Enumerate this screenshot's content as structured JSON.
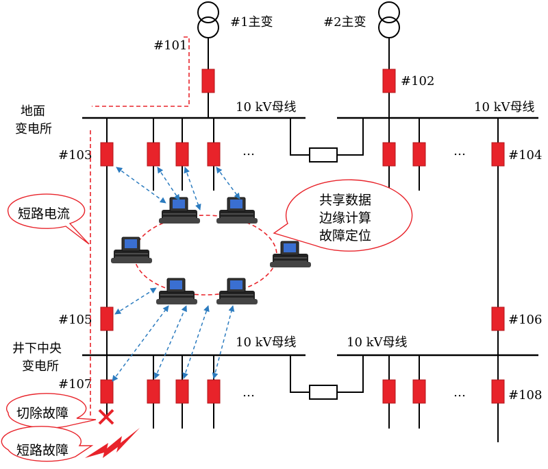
{
  "transformers": {
    "t1_label": "#1主变",
    "t2_label": "#2主变"
  },
  "breakers": {
    "b101": "#101",
    "b102": "#102",
    "b103": "#103",
    "b104": "#104",
    "b105": "#105",
    "b106": "#106",
    "b107": "#107",
    "b108": "#108"
  },
  "buses": {
    "top_left": "10 kV母线",
    "top_right": "10 kV母线",
    "bottom_left": "10 kV母线",
    "bottom_right": "10 kV母线",
    "ellipsis": "…"
  },
  "stations": {
    "ground_line1": "地面",
    "ground_line2": "变电所",
    "under_line1": "井下中央",
    "under_line2": "变电所"
  },
  "callouts": {
    "short_current": "短路电流",
    "edge_line1": "共享数据",
    "edge_line2": "边缘计算",
    "edge_line3": "故障定位",
    "cut_fault": "切除故障",
    "short_fault": "短路故障"
  },
  "colors": {
    "breaker": "#e8232a",
    "comm_link": "#2b7bbf",
    "fault_mark": "#e8232a"
  }
}
